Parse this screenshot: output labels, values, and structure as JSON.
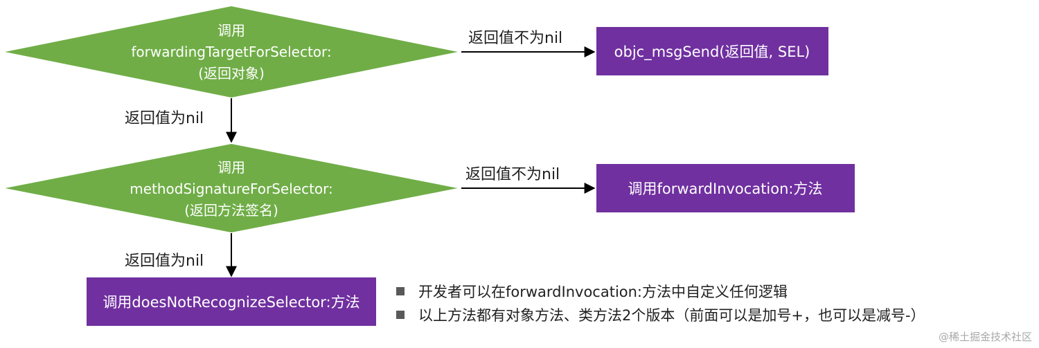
{
  "colors": {
    "decision_fill": "#70ad47",
    "decision_stroke": "#ffffff",
    "process_fill": "#7030a0",
    "arrow": "#000000",
    "text_dark": "#1f1f1f",
    "bullet": "#595959",
    "watermark": "#a9a9a9"
  },
  "decisions": [
    {
      "line1": "调用",
      "line2": "forwardingTargetForSelector:",
      "line3": "(返回对象)"
    },
    {
      "line1": "调用",
      "line2": "methodSignatureForSelector:",
      "line3": "(返回方法签名)"
    }
  ],
  "results": {
    "msg_send": "objc_msgSend(返回值, SEL)",
    "forward_invocation": "调用forwardInvocation:方法",
    "does_not_recognize": "调用doesNotRecognizeSelector:方法"
  },
  "edges": {
    "not_nil_1": "返回值不为nil",
    "nil_1": "返回值为nil",
    "not_nil_2": "返回值不为nil",
    "nil_2": "返回值为nil"
  },
  "notes": [
    "开发者可以在forwardInvocation:方法中自定义任何逻辑",
    "以上方法都有对象方法、类方法2个版本（前面可以是加号+，也可以是减号-）"
  ],
  "watermark": "@稀土掘金技术社区"
}
